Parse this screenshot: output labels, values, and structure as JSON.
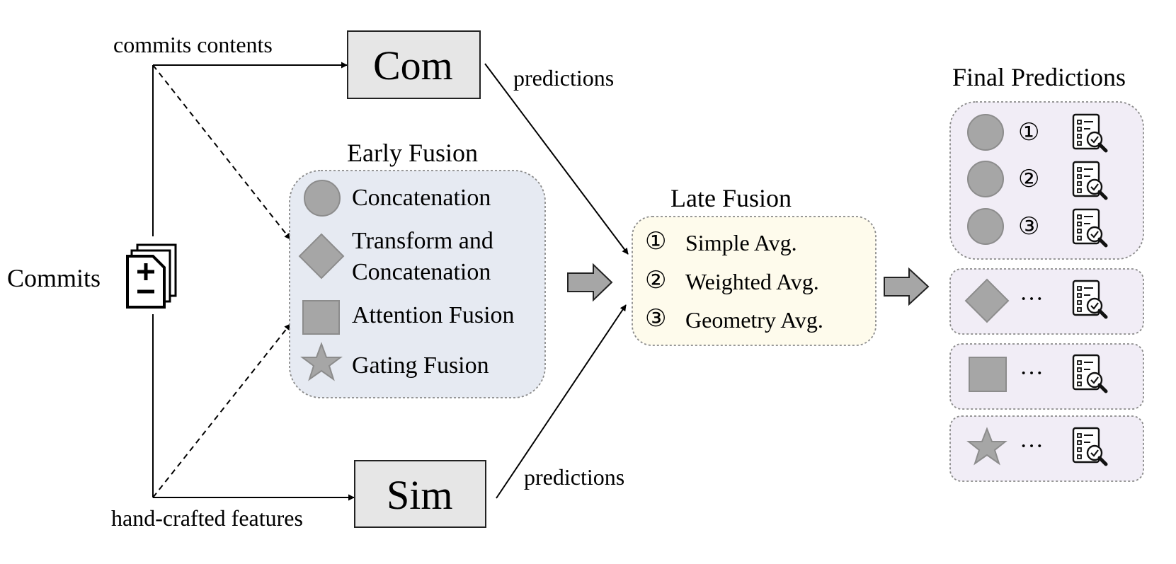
{
  "inputs": {
    "commits_label": "Commits",
    "commits_contents_label": "commits contents",
    "hand_crafted_label": "hand-crafted features"
  },
  "models": {
    "com_label": "Com",
    "sim_label": "Sim",
    "predictions_top": "predictions",
    "predictions_bottom": "predictions"
  },
  "early_fusion": {
    "title": "Early Fusion",
    "items": [
      {
        "icon": "circle-icon",
        "label": "Concatenation"
      },
      {
        "icon": "diamond-icon",
        "label_line1": "Transform and",
        "label_line2": "Concatenation"
      },
      {
        "icon": "square-icon",
        "label": "Attention Fusion"
      },
      {
        "icon": "star-icon",
        "label": "Gating Fusion"
      }
    ]
  },
  "late_fusion": {
    "title": "Late Fusion",
    "items": [
      {
        "num": "①",
        "label": "Simple Avg."
      },
      {
        "num": "②",
        "label": "Weighted Avg."
      },
      {
        "num": "③",
        "label": "Geometry Avg."
      }
    ]
  },
  "final_predictions": {
    "title": "Final Predictions",
    "group1_nums": [
      "①",
      "②",
      "③"
    ],
    "ellipsis": "···"
  },
  "colors": {
    "shape_fill": "#a6a6a6",
    "shape_stroke": "#8c8c8c",
    "early_box": "#e6eaf2",
    "late_box": "#fefbec",
    "final_box": "#f1edf6",
    "model_box": "#e6e6e6"
  }
}
